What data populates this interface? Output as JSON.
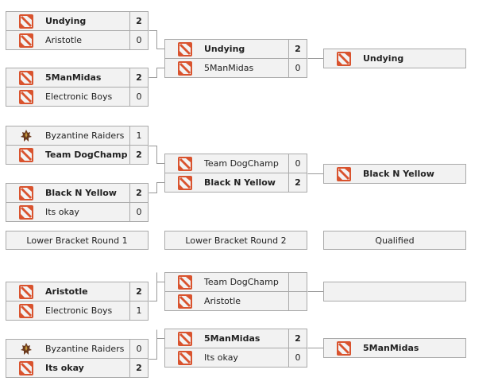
{
  "upper": {
    "r1": [
      {
        "name": "Undying",
        "score": "2",
        "win": true,
        "icon": "dota-icon"
      },
      {
        "name": "Aristotle",
        "score": "0",
        "win": false,
        "icon": "dota-icon"
      },
      {
        "name": "5ManMidas",
        "score": "2",
        "win": true,
        "icon": "dota-icon"
      },
      {
        "name": "Electronic Boys",
        "score": "0",
        "win": false,
        "icon": "dota-icon"
      },
      {
        "name": "Byzantine Raiders",
        "score": "1",
        "win": false,
        "icon": "byzantine-icon"
      },
      {
        "name": "Team DogChamp",
        "score": "2",
        "win": true,
        "icon": "dota-icon"
      },
      {
        "name": "Black N Yellow",
        "score": "2",
        "win": true,
        "icon": "dota-icon"
      },
      {
        "name": "Its okay",
        "score": "0",
        "win": false,
        "icon": "dota-icon"
      }
    ],
    "r2": [
      {
        "name": "Undying",
        "score": "2",
        "win": true
      },
      {
        "name": "5ManMidas",
        "score": "0",
        "win": false
      },
      {
        "name": "Team DogChamp",
        "score": "0",
        "win": false
      },
      {
        "name": "Black N Yellow",
        "score": "2",
        "win": true
      }
    ],
    "qualified": [
      "Undying",
      "Black N Yellow"
    ]
  },
  "headers": {
    "lower_r1": "Lower Bracket Round 1",
    "lower_r2": "Lower Bracket Round 2",
    "qualified": "Qualified"
  },
  "lower": {
    "r1": [
      {
        "name": "Aristotle",
        "score": "2",
        "win": true,
        "icon": "dota-icon"
      },
      {
        "name": "Electronic Boys",
        "score": "1",
        "win": false,
        "icon": "dota-icon"
      },
      {
        "name": "Byzantine Raiders",
        "score": "0",
        "win": false,
        "icon": "byzantine-icon"
      },
      {
        "name": "Its okay",
        "score": "2",
        "win": true,
        "icon": "dota-icon"
      }
    ],
    "r2": [
      {
        "name": "Team DogChamp",
        "score": "",
        "win": false
      },
      {
        "name": "Aristotle",
        "score": "",
        "win": false
      },
      {
        "name": "5ManMidas",
        "score": "2",
        "win": true
      },
      {
        "name": "Its okay",
        "score": "0",
        "win": false
      }
    ],
    "qualified": [
      "",
      "5ManMidas"
    ]
  },
  "colors": {
    "dota_red": "#d9532e",
    "border": "#aaaaaa",
    "bg": "#f2f2f2",
    "line": "#999999"
  }
}
